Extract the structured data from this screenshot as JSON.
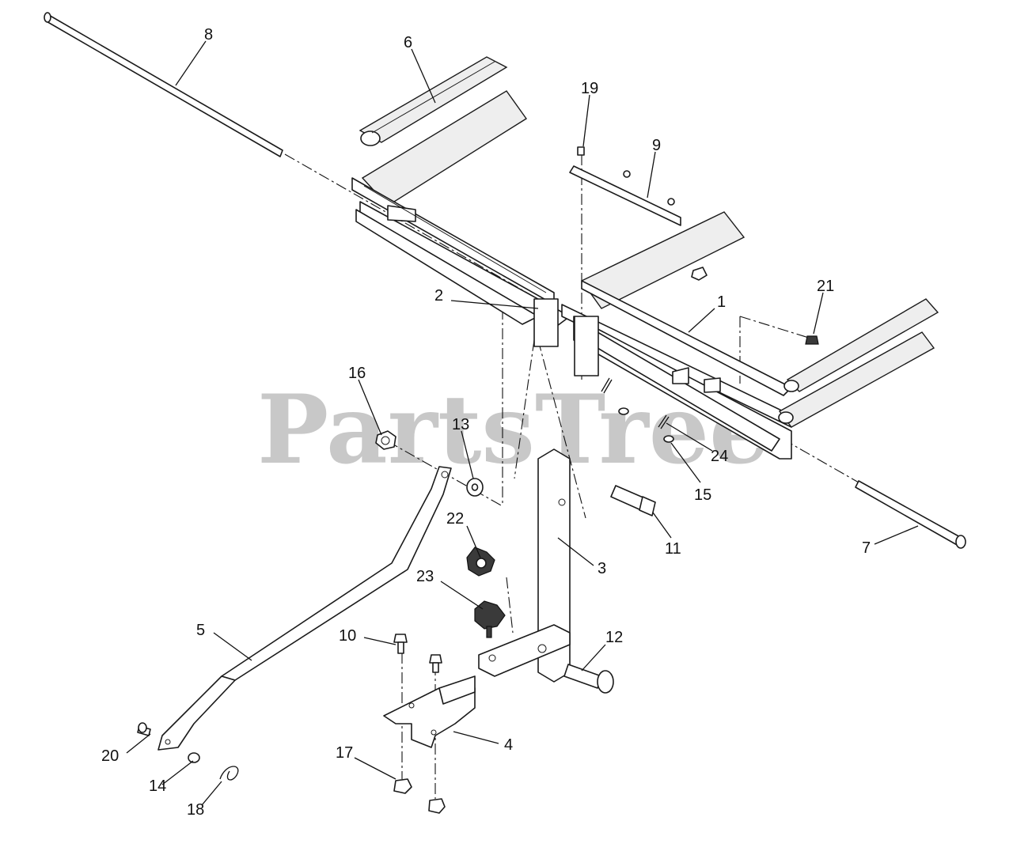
{
  "watermark": "PartsTree",
  "callouts": {
    "c1": "1",
    "c2": "2",
    "c3": "3",
    "c4": "4",
    "c5": "5",
    "c6": "6",
    "c7": "7",
    "c8": "8",
    "c9": "9",
    "c10": "10",
    "c11": "11",
    "c12": "12",
    "c13": "13",
    "c14": "14",
    "c15": "15",
    "c16": "16",
    "c17": "17",
    "c18": "18",
    "c19": "19",
    "c20": "20",
    "c21": "21",
    "c22": "22",
    "c23": "23",
    "c24": "24"
  }
}
